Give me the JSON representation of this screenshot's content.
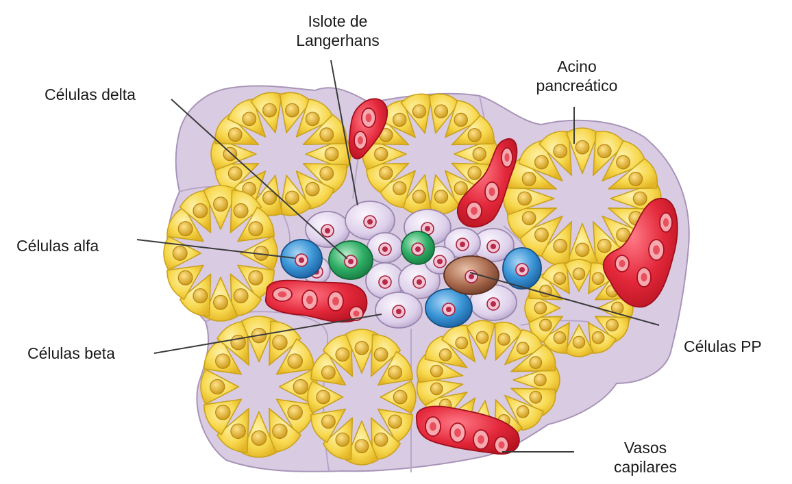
{
  "labels": {
    "islote": [
      "Islote de",
      "Langerhans"
    ],
    "acino": [
      "Acino",
      "pancreático"
    ],
    "delta": "Células delta",
    "alfa": "Células alfa",
    "beta": "Células beta",
    "pp": "Células PP",
    "vasos": [
      "Vasos",
      "capilares"
    ]
  },
  "colors": {
    "tissue_fill": "#d9cbe2",
    "tissue_outline": "#a894b8",
    "acinar_cell": "#f4cc3c",
    "acinar_cell_light": "#fbe88a",
    "acinar_nucleus": "#d9a516",
    "beta_cell": "#e3d8ee",
    "beta_nucleus": "#b5294a",
    "alpha_cell": "#2f86c9",
    "delta_cell": "#2aa45f",
    "pp_cell": "#9a5a44",
    "vessel": "#e0263a",
    "vessel_cell": "#f49aa2",
    "leader_line": "#3a3a3a"
  }
}
